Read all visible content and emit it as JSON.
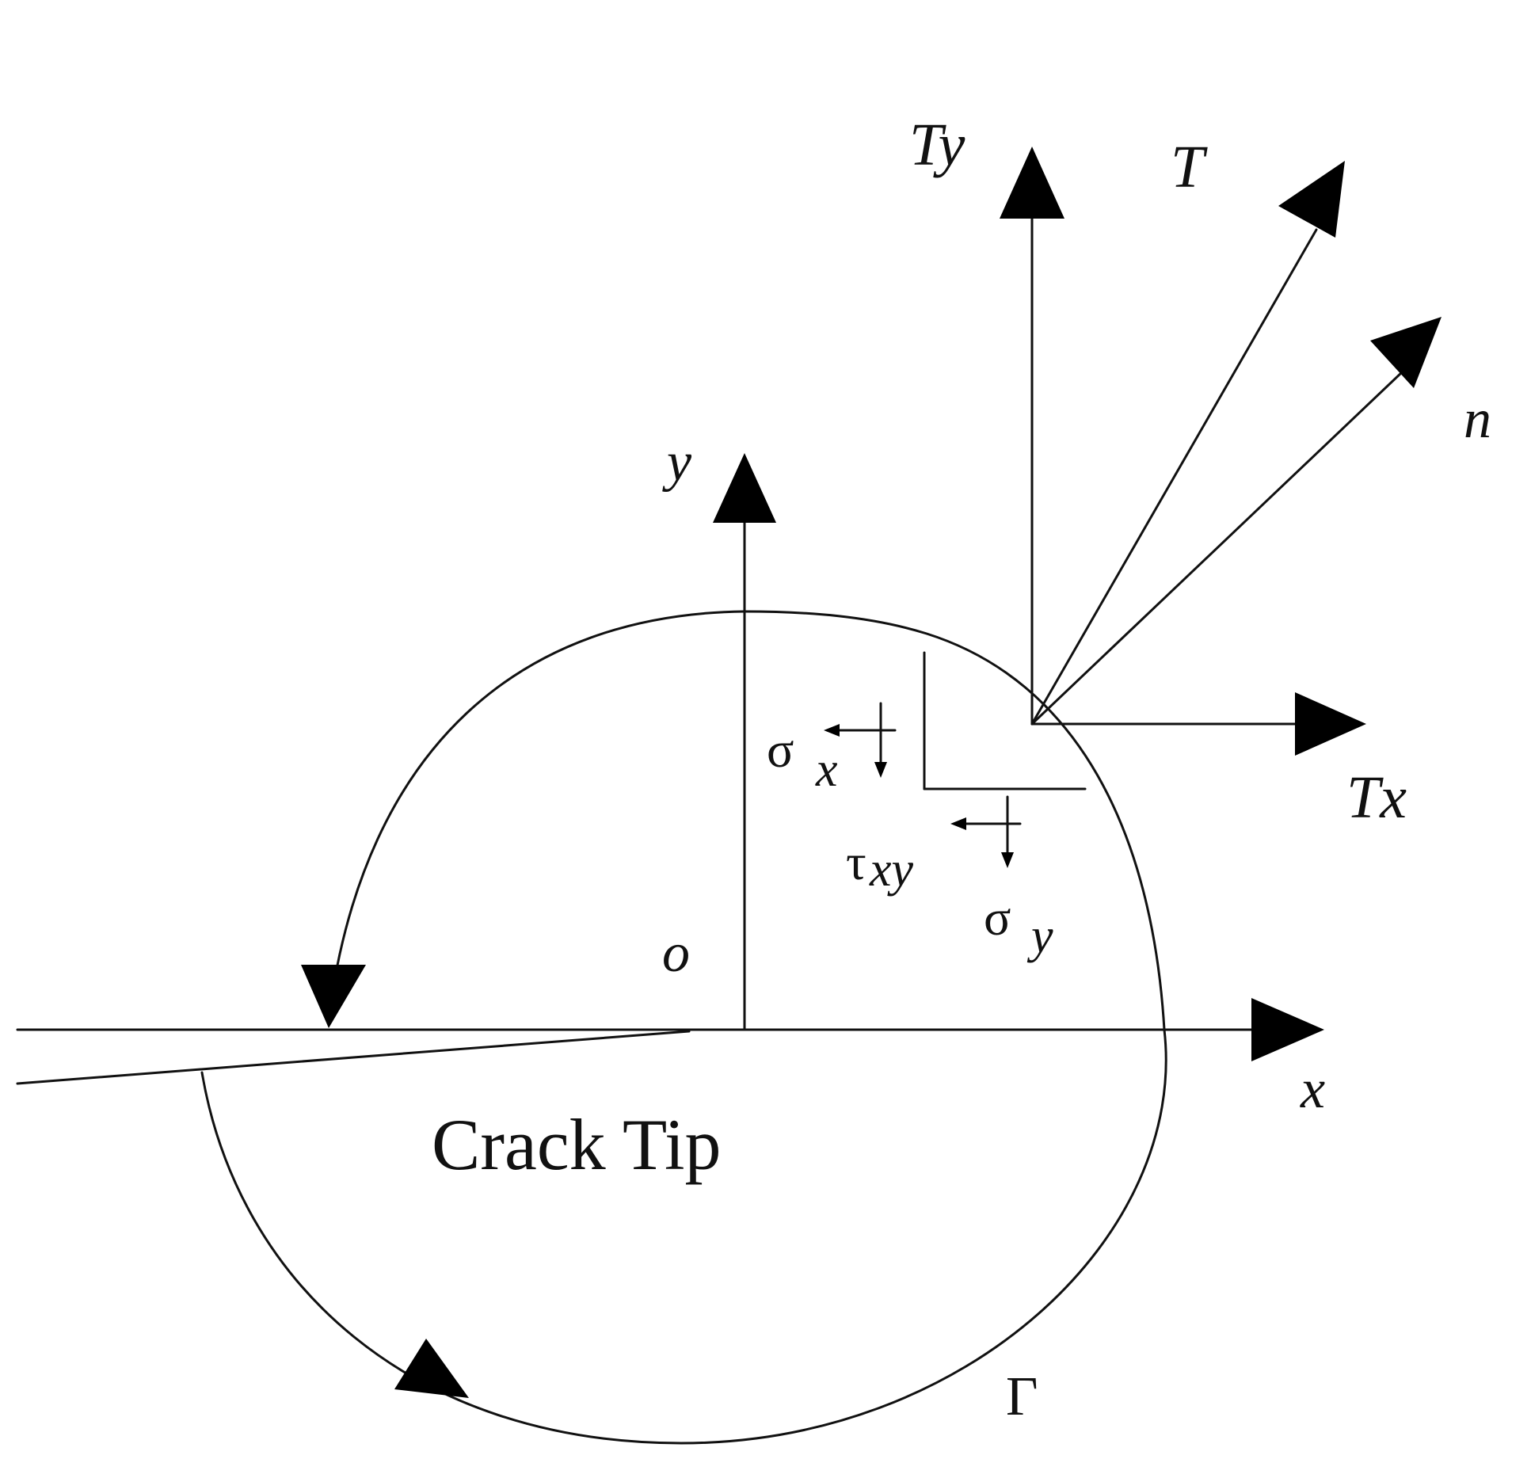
{
  "labels": {
    "Ty": "Ty",
    "T": "T",
    "n": "n",
    "y": "y",
    "Tx": "Tx",
    "x": "x",
    "o": "o",
    "sigma_x_symbol": "σ",
    "sigma_x_sub": "x",
    "tau_xy_symbol": "τ",
    "tau_xy_sub": "xy",
    "sigma_y_symbol": "σ",
    "sigma_y_sub": "y",
    "crack_tip": "Crack Tip",
    "gamma": "Γ"
  },
  "colors": {
    "line": "#111111",
    "arrowhead": "#000000",
    "background": "#ffffff"
  }
}
